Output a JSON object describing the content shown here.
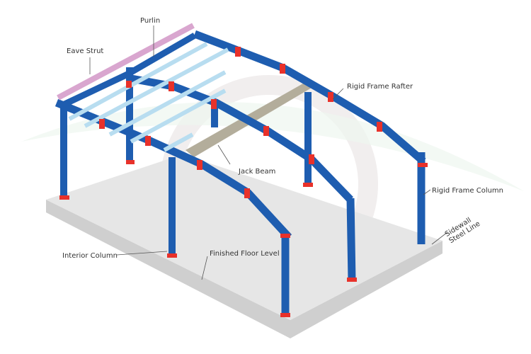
{
  "labels": {
    "purlin": "Purlin",
    "eave_strut": "Eave Strut",
    "rigid_frame_rafter": "Rigid Frame Rafter",
    "jack_beam": "Jack Beam",
    "rigid_frame_column": "Rigid Frame Column",
    "sidewall_steel_line": "Sidewall Steel Line",
    "interior_column": "Interior Column",
    "finished_floor_level": "Finished Floor Level"
  },
  "colors": {
    "steel": "#1e5db0",
    "purlin": "#b8ddf0",
    "eave_strut": "#d9a6cf",
    "connection": "#e8312a",
    "jack_beam": "#b3ad9b",
    "slab": "#e6e6e6"
  }
}
